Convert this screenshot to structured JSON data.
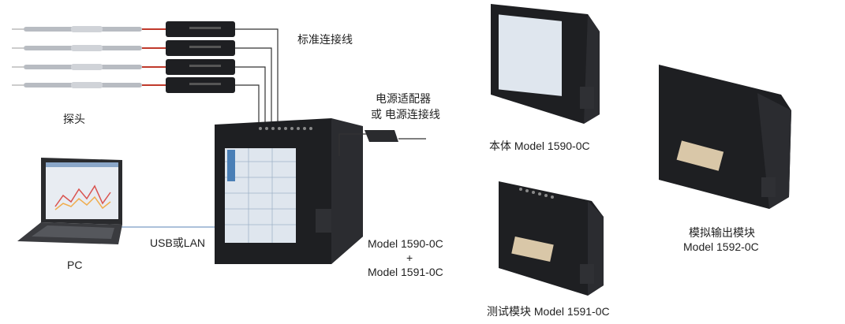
{
  "labels": {
    "standard_cable": "标准连接线",
    "probe": "探头",
    "adapter_line1": "电源适配器",
    "adapter_line2": "或 电源连接线",
    "pc": "PC",
    "usb_lan": "USB或LAN",
    "combo_model_1": "Model 1590-0C",
    "combo_plus": "+",
    "combo_model_2": "Model 1591-0C",
    "main_unit": "本体   Model 1590-0C",
    "analog_module_name": "模拟输出模块",
    "analog_module_model": "Model 1592-0C",
    "test_module": "测试模块   Model 1591-0C"
  },
  "colors": {
    "device_body": "#1e1f22",
    "device_edge": "#3a3b3f",
    "screen": "#dfe6ee",
    "cable_red": "#c0392b",
    "probe_metal": "#b8bcc2",
    "connector": "#d9c7a8"
  }
}
